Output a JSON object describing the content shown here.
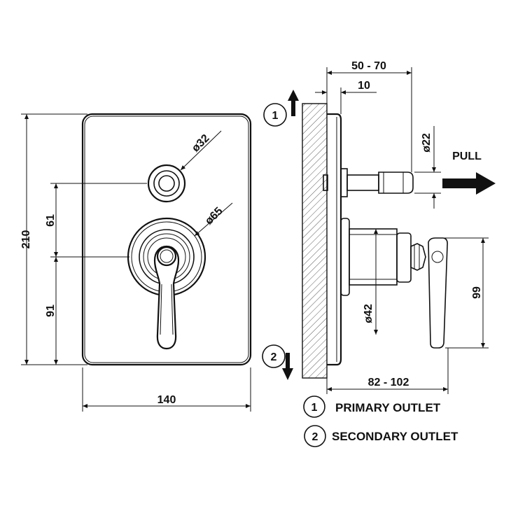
{
  "front_view": {
    "dim_width": "140",
    "dim_height": "210",
    "dim_upper_spacing": "61",
    "dim_lower_spacing": "91",
    "dim_diverter": "ø32",
    "dim_handle": "ø65"
  },
  "side_view": {
    "dim_depth_range": "50 - 70",
    "dim_plate": "10",
    "dim_knob": "ø22",
    "dim_body": "ø42",
    "dim_handle_height": "99",
    "dim_lever_range": "82 - 102",
    "pull_label": "PULL"
  },
  "outlet_markers": {
    "marker_1": "1",
    "marker_2": "2"
  },
  "legend": [
    {
      "number": "1",
      "label": "PRIMARY OUTLET"
    },
    {
      "number": "2",
      "label": "SECONDARY OUTLET"
    }
  ]
}
